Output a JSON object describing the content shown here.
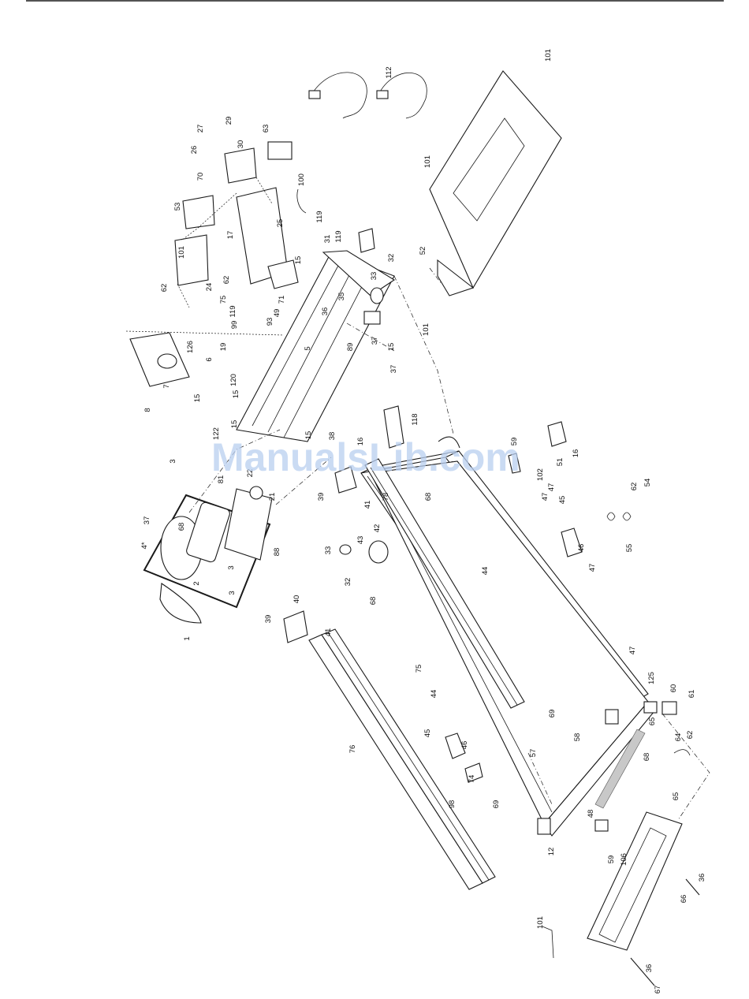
{
  "watermark": "ManualsLib.com",
  "colors": {
    "ink": "#1a1a1a",
    "watermark": "#b9cff0",
    "strip": "#c8c8c8",
    "paper": "#ffffff"
  },
  "callouts": [
    "1",
    "2",
    "3",
    "3",
    "3",
    "4*",
    "5",
    "6",
    "7",
    "8",
    "12",
    "15",
    "15",
    "15",
    "15",
    "15",
    "15",
    "16",
    "16",
    "17",
    "19",
    "21",
    "22",
    "24",
    "25",
    "26",
    "27",
    "29",
    "30",
    "31",
    "32",
    "32",
    "33",
    "33",
    "35",
    "36",
    "36",
    "36",
    "37",
    "37",
    "37",
    "38",
    "39",
    "39",
    "40",
    "41",
    "41",
    "42",
    "43",
    "44",
    "44",
    "45",
    "45",
    "46",
    "46",
    "47",
    "47",
    "47",
    "47",
    "48",
    "49",
    "51",
    "52",
    "53",
    "54",
    "55",
    "57",
    "58",
    "59",
    "59",
    "60",
    "61",
    "62",
    "62",
    "62",
    "62",
    "63",
    "64",
    "65",
    "65",
    "66",
    "67",
    "68",
    "68",
    "68",
    "68",
    "69",
    "69",
    "70",
    "71",
    "74",
    "75",
    "75",
    "76",
    "78",
    "81",
    "88",
    "89",
    "93",
    "98",
    "99",
    "100",
    "101",
    "101",
    "101",
    "101",
    "101",
    "102",
    "106",
    "112",
    "118",
    "119",
    "119",
    "119",
    "120",
    "122",
    "125",
    "126"
  ]
}
